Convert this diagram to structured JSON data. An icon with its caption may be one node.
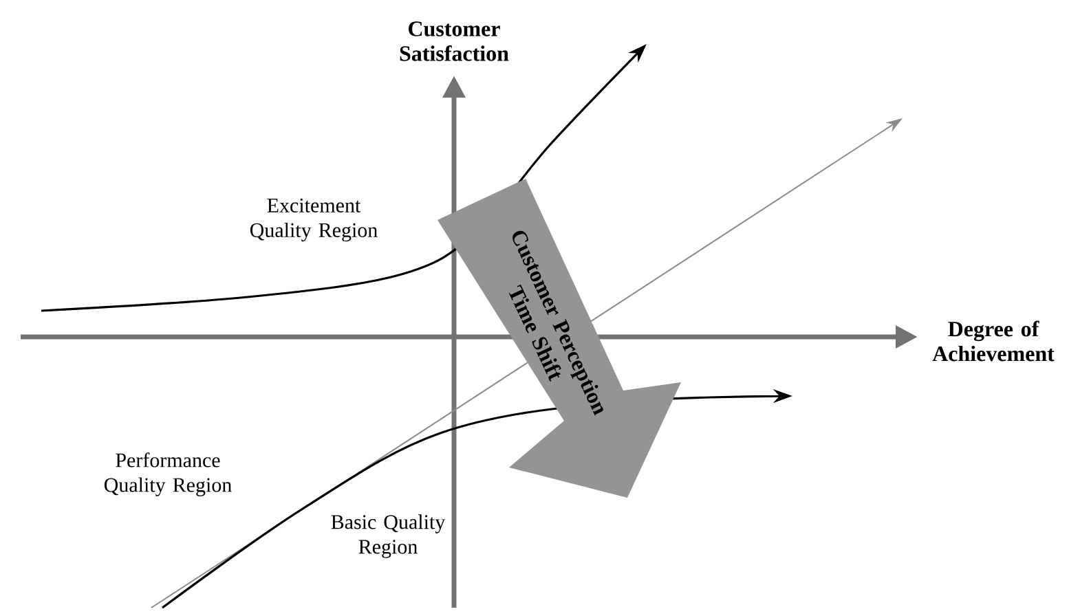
{
  "diagram": {
    "nodes": [
      {
        "text": [
          "Customer Perception Time Shift"
        ]
      }
    ],
    "labels": [
      "Customer Satisfaction",
      "Excitement Quality Region",
      "Degree of Achievement",
      "Performance Quality Region",
      "Basic Quality Region"
    ]
  }
}
